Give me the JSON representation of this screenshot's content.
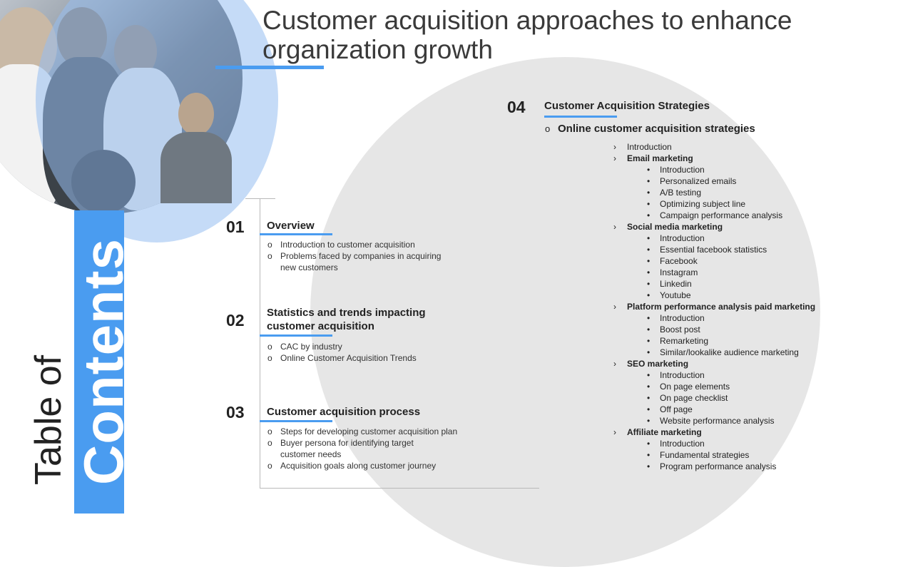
{
  "title": "Customer acquisition approaches to enhance organization growth",
  "toc": {
    "word1": "Table of",
    "word2": "Contents"
  },
  "sections": [
    {
      "number": "01",
      "title": "Overview",
      "items": [
        "Introduction to customer acquisition",
        "Problems faced by companies in acquiring",
        "new customers"
      ]
    },
    {
      "number": "02",
      "title_line1": "Statistics  and trends impacting",
      "title_line2": "customer acquisition",
      "items": [
        "CAC by industry",
        "Online Customer Acquisition Trends"
      ]
    },
    {
      "number": "03",
      "title": "Customer acquisition process",
      "items": [
        "Steps for developing customer acquisition plan",
        "Buyer persona for identifying target",
        "customer needs",
        "Acquisition goals along customer journey"
      ]
    }
  ],
  "section4": {
    "number": "04",
    "title": "Customer Acquisition Strategies",
    "subtitle": "Online customer acquisition strategies",
    "bullet_marker": "o",
    "chevron": "›",
    "dot": "•",
    "groups": [
      {
        "label": "Introduction",
        "bold": false,
        "children": []
      },
      {
        "label": "Email marketing",
        "bold": true,
        "children": [
          "Introduction",
          "Personalized emails",
          "A/B testing",
          "Optimizing subject line",
          "Campaign   performance  analysis"
        ]
      },
      {
        "label": "Social media marketing",
        "bold": true,
        "children": [
          "Introduction",
          "Essential facebook  statistics",
          "Facebook",
          "Instagram",
          "Linkedin",
          "Youtube"
        ]
      },
      {
        "label": "Platform performance analysis paid marketing",
        "bold": true,
        "children": [
          "Introduction",
          "Boost post",
          "Remarketing",
          "Similar/lookalike audience marketing"
        ]
      },
      {
        "label": "SEO marketing",
        "bold": true,
        "children": [
          "Introduction",
          "On page elements",
          "On page checklist",
          "Off page",
          "Website performance  analysis"
        ]
      },
      {
        "label": "Affiliate marketing",
        "bold": true,
        "children": [
          "Introduction",
          "Fundamental strategies",
          "Program performance  analysis"
        ]
      }
    ]
  },
  "colors": {
    "accent": "#4a9cf0",
    "circle": "#e6e6e6",
    "text": "#222222"
  }
}
